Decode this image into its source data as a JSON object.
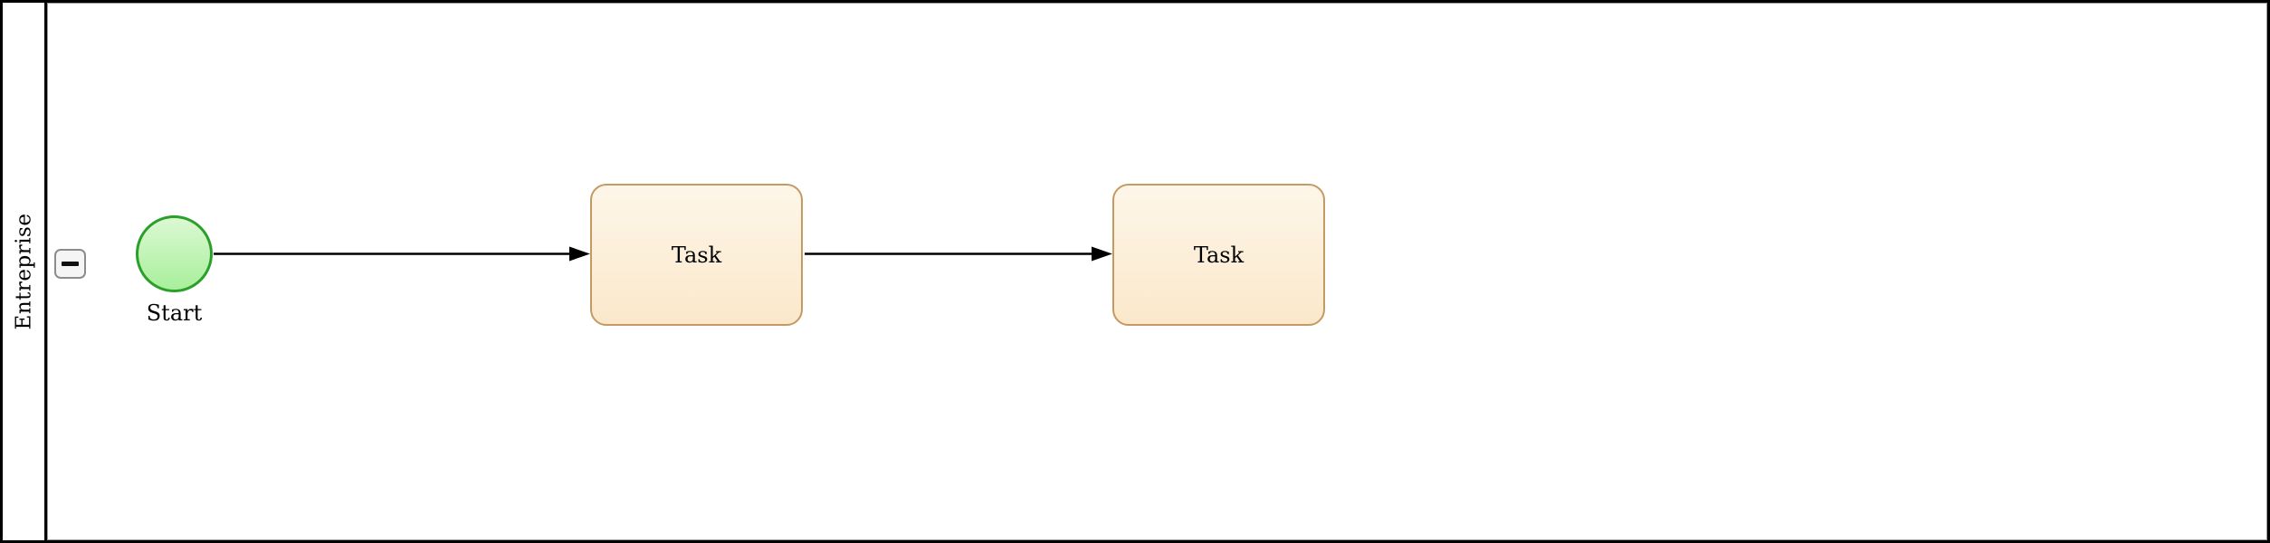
{
  "diagram": {
    "kind": "BPMN process diagram",
    "pool": {
      "label": "Entreprise"
    },
    "lane": {
      "collapse_button": {
        "icon": "minus-icon",
        "state": "expanded"
      }
    },
    "nodes": [
      {
        "id": "start",
        "type": "start-event",
        "label": "Start"
      },
      {
        "id": "task-1",
        "type": "task",
        "label": "Task"
      },
      {
        "id": "task-2",
        "type": "task",
        "label": "Task"
      }
    ],
    "edges": [
      {
        "id": "flow-1",
        "from": "start",
        "to": "task-1"
      },
      {
        "id": "flow-2",
        "from": "task-1",
        "to": "task-2"
      }
    ],
    "colors": {
      "start_event_border": "#2a9f2a",
      "start_event_fill_top": "#dcf8d3",
      "start_event_fill_bottom": "#a8ef9b",
      "task_border": "#c49a62",
      "task_fill_top": "#fdf6e9",
      "task_fill_bottom": "#fbe8cb",
      "pool_border": "#000000",
      "lane_inner_border": "#999999",
      "edge_color": "#000000",
      "collapse_button_fill": "#f5f5f5",
      "collapse_button_border": "#8c8c8c"
    }
  }
}
